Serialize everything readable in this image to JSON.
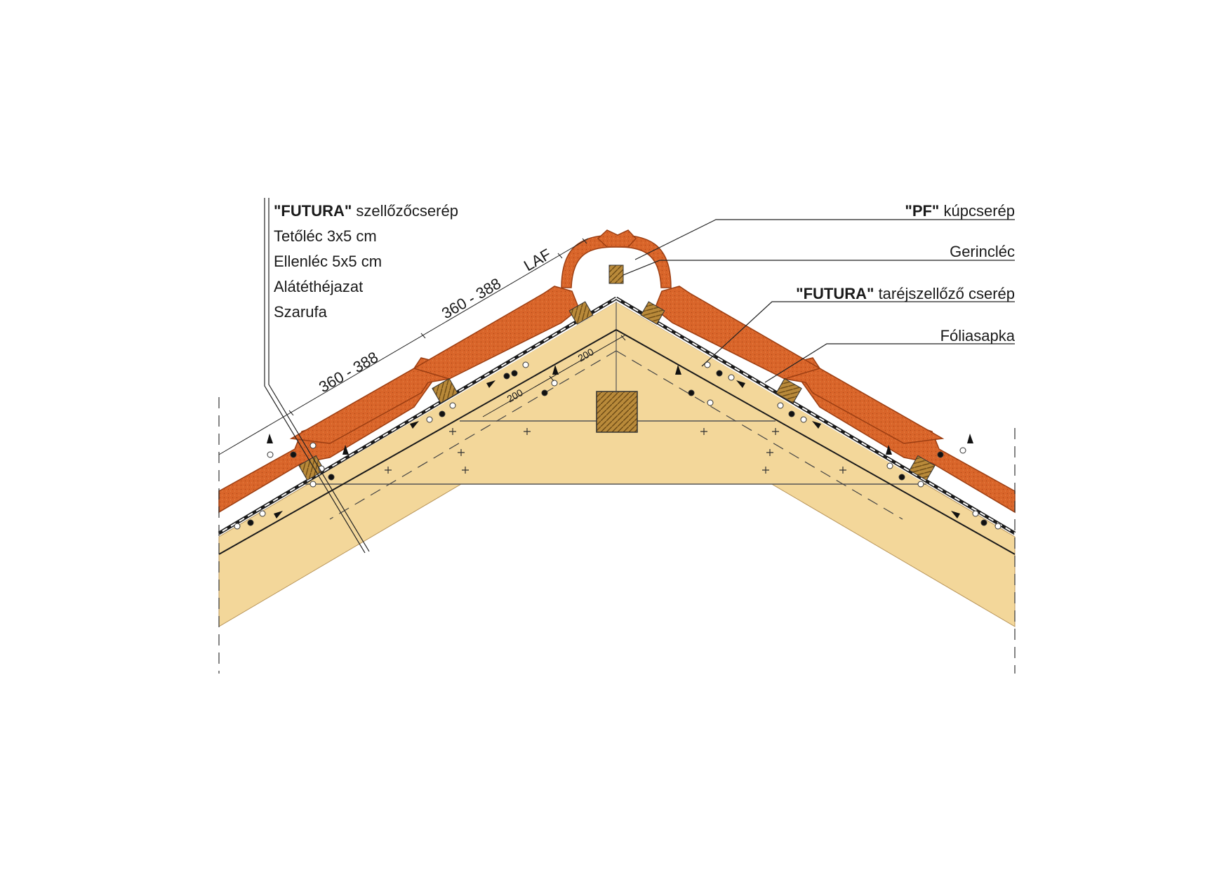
{
  "colors": {
    "tile": "#d9652a",
    "tile_dark": "#9c3e12",
    "timber": "#f3d79a",
    "timber_edge": "#b8955a",
    "batten": "#b98a3a",
    "batten_dark": "#6b4a15",
    "membrane": "#1a1a1a"
  },
  "labels_left": {
    "l1_bold": "\"FUTURA\"",
    "l1_rest": " szellőzőcserép",
    "l2": "Tetőléc 3x5 cm",
    "l3": "Ellenléc 5x5 cm",
    "l4": "Alátéthéjazat",
    "l5": "Szarufa"
  },
  "labels_right": {
    "r1_bold": "\"PF\"",
    "r1_rest": " kúpcserép",
    "r2": "Gerincléc",
    "r3_bold": "\"FUTURA\"",
    "r3_rest": " taréjszellőző cserép",
    "r4": "Fóliasapka"
  },
  "dimensions": {
    "d1": "360 - 388",
    "d2": "360 - 388",
    "d3": "LAF",
    "d4": "200",
    "d5": "200"
  },
  "icons": {
    "airflow": "arrow-triangle-icon",
    "vent": "circle-dot-icon"
  }
}
